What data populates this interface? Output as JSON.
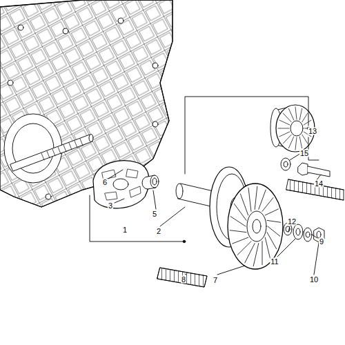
{
  "diagram": {
    "labels": [
      "13",
      "15",
      "14",
      "6",
      "3",
      "5",
      "1",
      "2",
      "12",
      "9",
      "11",
      "10",
      "8",
      "7"
    ]
  }
}
